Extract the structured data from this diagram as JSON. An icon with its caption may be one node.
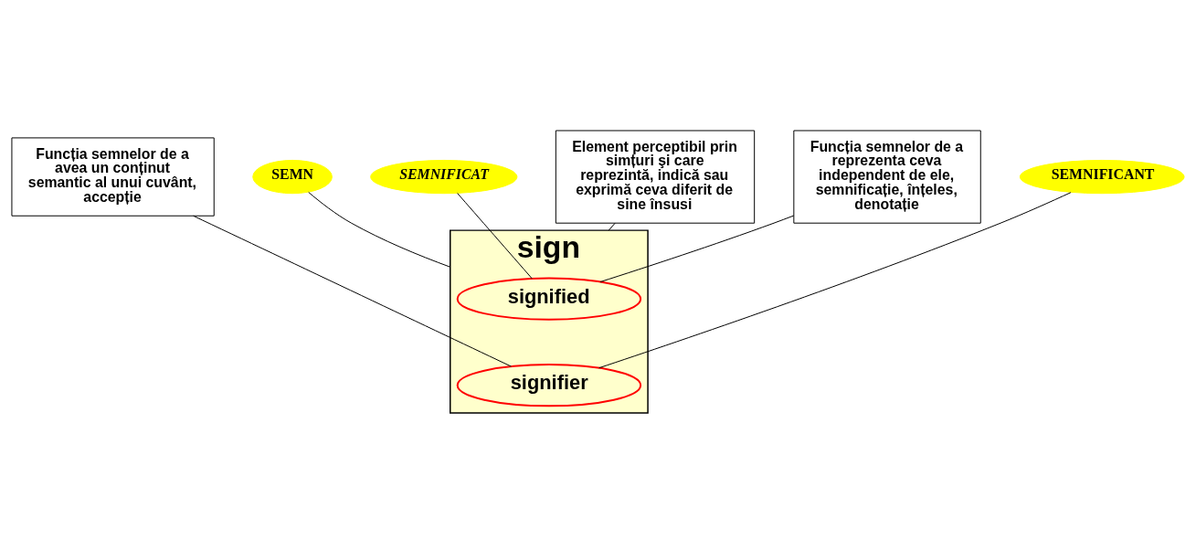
{
  "diagram": {
    "nodes": [
      {
        "text": [
          "SEMN"
        ]
      },
      {
        "text": [
          "SEMNIFICAT"
        ]
      },
      {
        "text": [
          "sign"
        ]
      },
      {
        "text": [
          "signified"
        ],
        "in": 2
      },
      {
        "text": [
          "signifier"
        ],
        "in": 2
      },
      {
        "text": [
          "Element perceptibil prin simțuri şi care reprezintă, indică sau exprimă ceva diferit de sine însusi"
        ]
      },
      {
        "text": [
          "Funcția semnelor de a reprezenta ceva independent de ele, semnificație, înțeles, denotație"
        ]
      },
      {
        "text": [
          "Funcția semnelor de a avea un conținut semantic al unui cuvânt, accepție"
        ]
      },
      {
        "text": [
          "SEMNIFICANT"
        ]
      }
    ],
    "edges": [
      {
        "from": 0,
        "to": 2,
        "arrow": "none"
      },
      {
        "from": 1,
        "to": 3,
        "arrow": "none"
      },
      {
        "from": 5,
        "to": 2,
        "arrow": "none"
      },
      {
        "from": 6,
        "to": 3,
        "arrow": "none"
      },
      {
        "from": 7,
        "to": 4,
        "arrow": "none"
      },
      {
        "from": 8,
        "to": 4,
        "arrow": "none"
      }
    ]
  }
}
